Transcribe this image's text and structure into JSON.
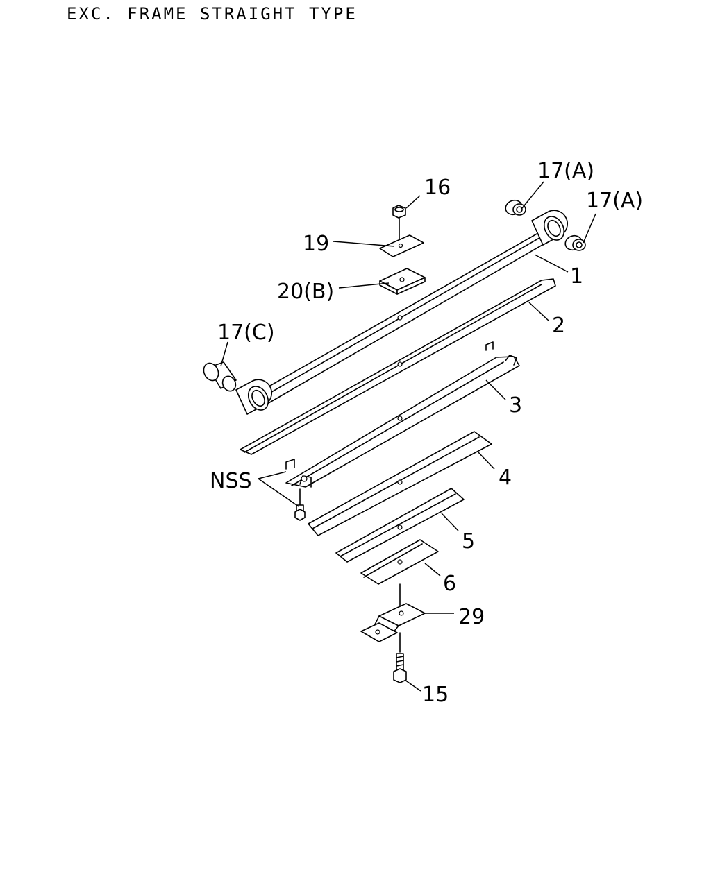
{
  "title": "EXC. FRAME STRAIGHT TYPE",
  "labels": {
    "l1": "1",
    "l2": "2",
    "l3": "3",
    "l4": "4",
    "l5": "5",
    "l6": "6",
    "l15": "15",
    "l16": "16",
    "l17a_top": "17(A)",
    "l17a_right": "17(A)",
    "l17c": "17(C)",
    "l19": "19",
    "l20b": "20(B)",
    "l29": "29",
    "nss": "NSS"
  }
}
